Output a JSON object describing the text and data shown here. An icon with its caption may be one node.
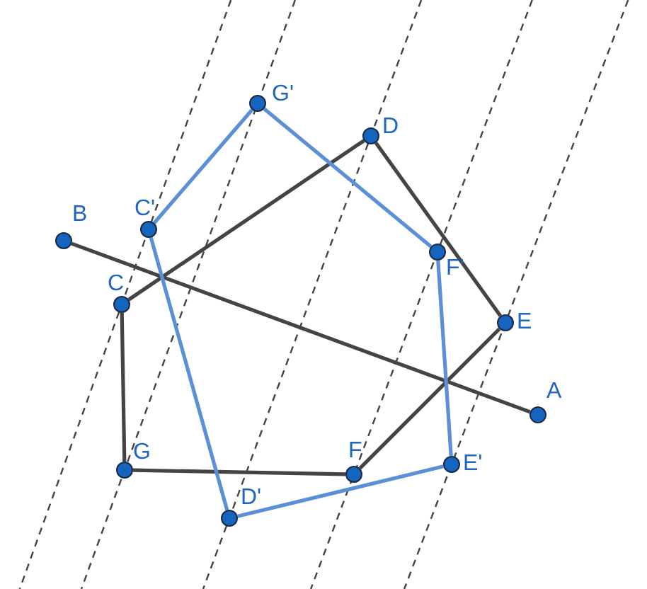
{
  "diagram": {
    "nodes": [
      {
        "text": [
          "G'"
        ]
      },
      {
        "text": [
          "D"
        ]
      },
      {
        "text": [
          "C'"
        ]
      },
      {
        "text": [
          "B"
        ]
      },
      {
        "text": [
          "F'"
        ]
      },
      {
        "text": [
          "C"
        ]
      },
      {
        "text": [
          "E"
        ]
      },
      {
        "text": [
          "A"
        ]
      },
      {
        "text": [
          "G"
        ]
      },
      {
        "text": [
          "F"
        ]
      },
      {
        "text": [
          "E'"
        ]
      },
      {
        "text": [
          "D'"
        ]
      }
    ],
    "edges": [
      {
        "from": 3,
        "to": 7,
        "arrow": "none"
      },
      {
        "from": 5,
        "to": 1,
        "arrow": "none"
      },
      {
        "from": 1,
        "to": 6,
        "arrow": "none"
      },
      {
        "from": 6,
        "to": 9,
        "arrow": "none"
      },
      {
        "from": 9,
        "to": 8,
        "arrow": "none"
      },
      {
        "from": 8,
        "to": 5,
        "arrow": "none"
      },
      {
        "from": 2,
        "to": 0,
        "arrow": "none",
        "color": "#5b8fd6"
      },
      {
        "from": 0,
        "to": 4,
        "arrow": "none",
        "color": "#5b8fd6"
      },
      {
        "from": 4,
        "to": 10,
        "arrow": "none",
        "color": "#5b8fd6"
      },
      {
        "from": 10,
        "to": 11,
        "arrow": "none",
        "color": "#5b8fd6"
      },
      {
        "from": 11,
        "to": 2,
        "arrow": "none",
        "color": "#5b8fd6"
      }
    ]
  }
}
